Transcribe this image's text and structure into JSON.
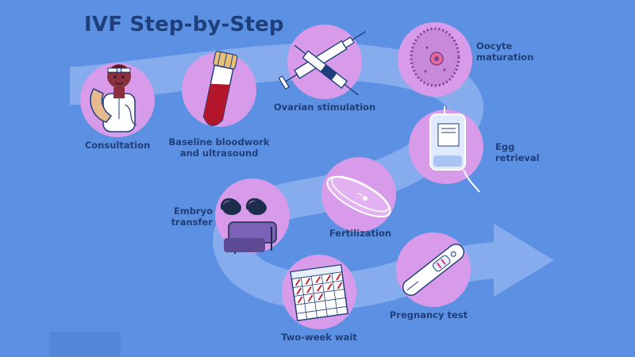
{
  "title": "IVF Step-by-Step",
  "colors": {
    "background": "#5c90e2",
    "path": "#86acee",
    "circle": "#d79bea",
    "text": "#1f3f7a"
  },
  "steps": [
    {
      "id": "consultation",
      "line1": "Consultation",
      "line2": "",
      "icon": "doctor-icon"
    },
    {
      "id": "bloodwork",
      "line1": "Baseline bloodwork",
      "line2": "and ultrasound",
      "icon": "test-tube-icon"
    },
    {
      "id": "ovarian",
      "line1": "Ovarian stimulation",
      "line2": "",
      "icon": "syringe-icon"
    },
    {
      "id": "oocyte",
      "line1": "Oocyte",
      "line2": "maturation",
      "icon": "oocyte-icon"
    },
    {
      "id": "egg",
      "line1": "Egg",
      "line2": "retrieval",
      "icon": "collection-bag-icon"
    },
    {
      "id": "fertilization",
      "line1": "Fertilization",
      "line2": "",
      "icon": "petri-dish-icon"
    },
    {
      "id": "embryo",
      "line1": "Embryo",
      "line2": "transfer",
      "icon": "stirrups-icon"
    },
    {
      "id": "twoweek",
      "line1": "Two-week wait",
      "line2": "",
      "icon": "calendar-icon"
    },
    {
      "id": "pregnancy",
      "line1": "Pregnancy test",
      "line2": "",
      "icon": "pregnancy-test-icon"
    }
  ]
}
